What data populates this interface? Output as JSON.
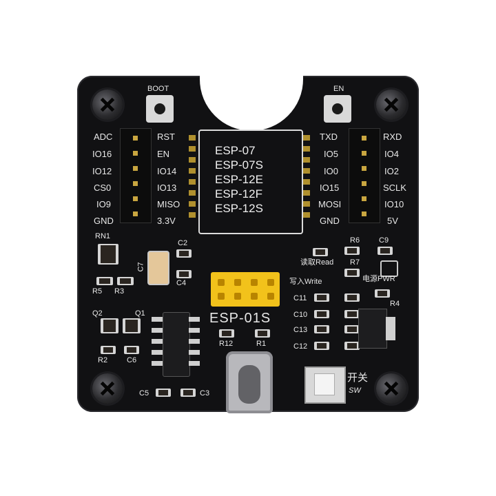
{
  "board": {
    "top_buttons": {
      "boot": "BOOT",
      "en": "EN"
    },
    "left_header": [
      "ADC",
      "IO16",
      "IO12",
      "CS0",
      "IO9",
      "GND"
    ],
    "left_inner": [
      "RST",
      "EN",
      "IO14",
      "IO13",
      "MISO",
      "3.3V"
    ],
    "right_inner": [
      "TXD",
      "IO5",
      "IO0",
      "IO15",
      "MOSI",
      "GND"
    ],
    "right_header": [
      "RXD",
      "IO4",
      "IO2",
      "SCLK",
      "IO10",
      "5V"
    ],
    "module_labels": [
      "ESP-07",
      "ESP-07S",
      "ESP-12E",
      "ESP-12F",
      "ESP-12S"
    ],
    "socket_label": "ESP-01S",
    "components": {
      "rn1": "RN1",
      "c7": "C7",
      "c2": "C2",
      "c4": "C4",
      "r5": "R5",
      "r3": "R3",
      "q2": "Q2",
      "q1": "Q1",
      "r2": "R2",
      "c6": "C6",
      "c5": "C5",
      "c3": "C3",
      "r12": "R12",
      "r1": "R1",
      "r6": "R6",
      "c9": "C9",
      "r7": "R7",
      "r4": "R4",
      "c11": "C11",
      "c10": "C10",
      "c13": "C13",
      "c12": "C12"
    },
    "leds": {
      "read": "读取Read",
      "write": "写入Write",
      "power": "电源PWR"
    },
    "switch": {
      "label": "开关",
      "sub": "SW"
    }
  }
}
